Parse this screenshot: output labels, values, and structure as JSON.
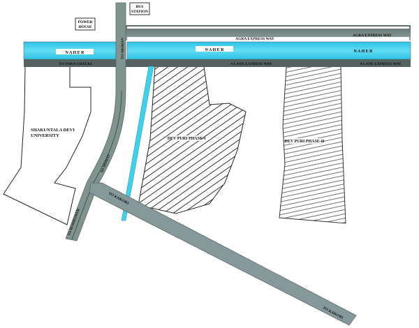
{
  "colors": {
    "road": "#7f9491",
    "road_dark": "#4c5654",
    "canal": "#3fd0ee",
    "hatch": "#333333"
  },
  "labels": {
    "power_house": [
      "POWER",
      "HOUSE"
    ],
    "bus_station": [
      "BUS",
      "STATION"
    ],
    "naher": "N A H E R",
    "to_para_chauki": "TO PARA CHAUKI",
    "to_mohan_top": "TO MOHAN",
    "to_mohan_curve": "TO MOHAN",
    "agra_express_way": "AGRA EXPRESS WAY",
    "four_lane_express_way": "4 LANE EXPRESS WAY",
    "university": [
      "SHAKUNTALA DEVI",
      "UNIVERSITY"
    ],
    "phase_1": "DEV PURI PHASE-I",
    "phase_2": "DEV PURI PHASE-II",
    "to_kakori": "TO KAKORI",
    "to_budheswer": "TO BUDHESWER"
  }
}
